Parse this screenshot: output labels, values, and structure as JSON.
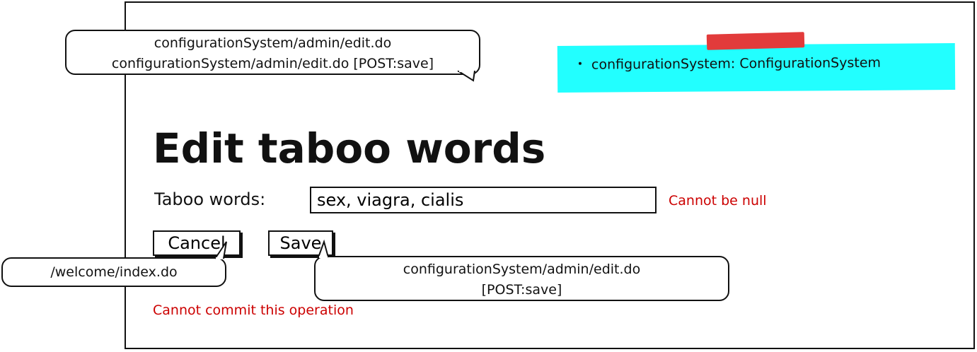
{
  "page": {
    "title": "Edit taboo words"
  },
  "note": {
    "items": [
      "configurationSystem: ConfigurationSystem"
    ]
  },
  "form": {
    "taboo_label": "Taboo words:",
    "taboo_value": "sex, viagra, cialis",
    "taboo_error": "Cannot be null",
    "cancel_label": "Cancel",
    "save_label": "Save",
    "commit_error": "Cannot commit this operation"
  },
  "callouts": {
    "top_line1": "configurationSystem/admin/edit.do",
    "top_line2": "configurationSystem/admin/edit.do [POST:save]",
    "cancel_link": "/welcome/index.do",
    "save_line1": "configurationSystem/admin/edit.do",
    "save_line2": "[POST:save]"
  },
  "colors": {
    "note_bg": "#22ffff",
    "tape": "#e23b3b",
    "error": "#cc0000"
  }
}
